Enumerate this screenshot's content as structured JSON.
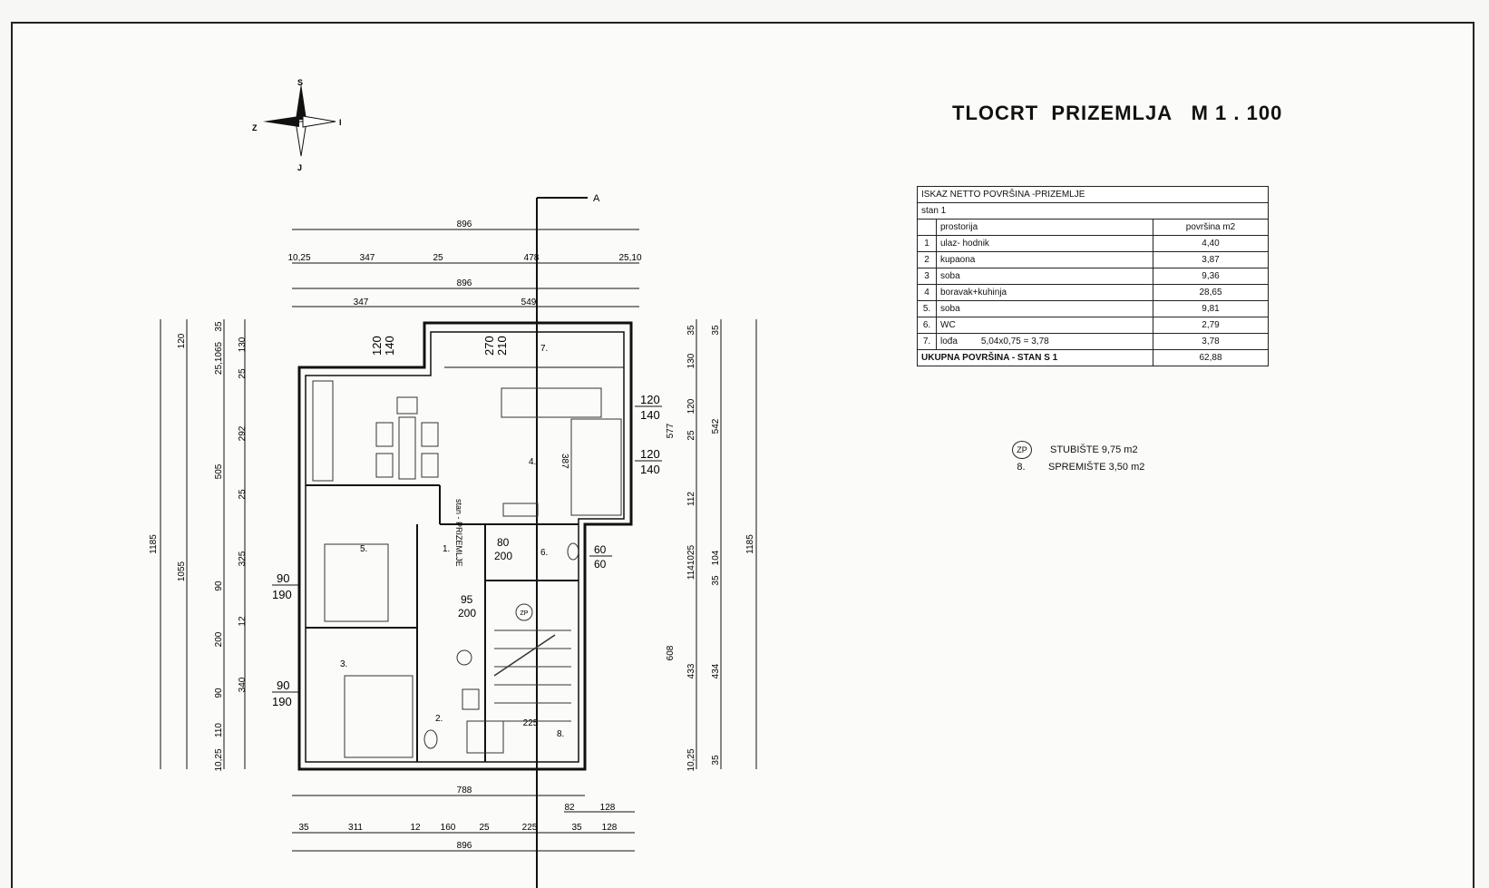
{
  "title": "TLOCRT  PRIZEMLJA   M 1 . 100",
  "compass": {
    "n": "S",
    "e": "I",
    "s": "J",
    "w": "Z"
  },
  "section_marker": "A",
  "area_table": {
    "header": "ISKAZ NETTO POVRŠINA -PRIZEMLJE",
    "unit": "stan 1",
    "col_room": "prostorija",
    "col_area": "površina m2",
    "rows": [
      {
        "no": "1",
        "room": "ulaz- hodnik",
        "area": "4,40"
      },
      {
        "no": "2",
        "room": "kupaona",
        "area": "3,87"
      },
      {
        "no": "3",
        "room": "soba",
        "area": "9,36"
      },
      {
        "no": "4",
        "room": "boravak+kuhinja",
        "area": "28,65"
      },
      {
        "no": "5.",
        "room": "soba",
        "area": "9,81"
      },
      {
        "no": "6.",
        "room": "WC",
        "area": "2,79"
      },
      {
        "no": "7.",
        "room": "lođa",
        "calc": "5,04x0,75 = 3,78",
        "area": "3,78"
      }
    ],
    "total_label": "UKUPNA POVRŠINA -  STAN S 1",
    "total_value": "62,88"
  },
  "legend": [
    {
      "symbol": "ZP",
      "label": "STUBIŠTE   9,75  m2"
    },
    {
      "symbol": "8.",
      "label": "SPREMIŠTE   3,50  m2"
    }
  ],
  "dims_top": {
    "overall": "896",
    "row2": [
      "10,25",
      "347",
      "25",
      "478",
      "25,10"
    ],
    "row3_total": "896",
    "row4": [
      "347",
      "549"
    ]
  },
  "dims_bottom": {
    "row1": "788",
    "row1b": [
      "82",
      "128"
    ],
    "row2": [
      "35",
      "311",
      "12",
      "160",
      "25",
      "225",
      "35",
      "128"
    ],
    "overall": "896"
  },
  "dims_left": {
    "overall": "1185",
    "inner": "1055",
    "top": "120",
    "col3": [
      "505",
      "325",
      "90",
      "12",
      "200",
      "340",
      "90",
      "110",
      "10,25"
    ],
    "col4": [
      "35",
      "25,1065",
      "25",
      "292",
      "25",
      "130"
    ]
  },
  "dims_right": {
    "overall": "1185",
    "col1": [
      "35",
      "130",
      "577",
      "120",
      "25",
      "112",
      "1141025",
      "608",
      "433",
      "10,25"
    ],
    "col2": [
      "35",
      "542",
      "35",
      "104",
      "434",
      "35"
    ]
  },
  "openings": [
    {
      "w": "120",
      "h": "140"
    },
    {
      "w": "270",
      "h": "210"
    },
    {
      "w": "120",
      "h": "140"
    },
    {
      "w": "120",
      "h": "140"
    },
    {
      "w": "90",
      "h": "190"
    },
    {
      "w": "90",
      "h": "190"
    },
    {
      "w": "80",
      "h": "200"
    },
    {
      "w": "60",
      "h": "60"
    },
    {
      "w": "95",
      "h": "200"
    }
  ],
  "room_labels": [
    "1.",
    "2.",
    "3.",
    "4.",
    "5.",
    "6.",
    "7.",
    "8."
  ],
  "room_dim": "387",
  "stair_label": "225",
  "stair_symbol": "ZP",
  "stan_label": "stan - PRIZEMLJE"
}
